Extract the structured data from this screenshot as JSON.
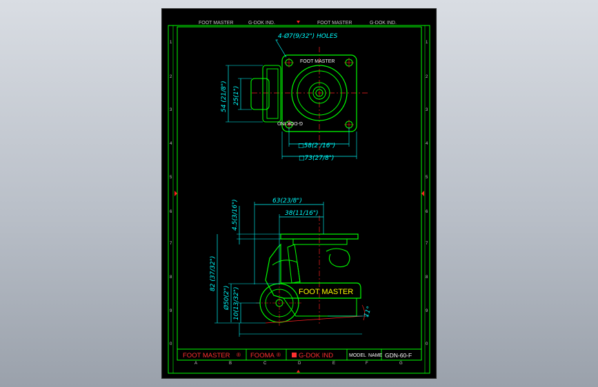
{
  "header": {
    "left_brand": "FOOT MASTER",
    "left_company": "G-DOK IND.",
    "right_brand": "FOOT MASTER",
    "right_company": "G-DOK IND."
  },
  "row_labels": [
    "1",
    "2",
    "3",
    "4",
    "5",
    "6",
    "7",
    "8",
    "9",
    "0"
  ],
  "col_labels": [
    "A",
    "B",
    "C",
    "D",
    "E",
    "F",
    "G"
  ],
  "top_view": {
    "holes_note": "4-Ø7(9/32\") HOLES",
    "plate_brand": "FOOT MASTER",
    "plate_company": "G-DOK IND",
    "dim_58": "□58(2 /16\")",
    "dim_73": "□73(27/8\")",
    "dim_54": "54 (21/8\")",
    "dim_25": "25(1\")"
  },
  "side_view": {
    "dim_63": "63(23/8\")",
    "dim_38": "38(11/16\")",
    "dim_4_5": "4.5(3/16\")",
    "dim_82": "82 (37/32\")",
    "dim_50": "Ø50(2\")",
    "dim_10": "10(13/32\")",
    "angle": "11°",
    "body_label": "FOOT MASTER"
  },
  "title_block": {
    "brand": "FOOT MASTER",
    "brand2": "FOOMA",
    "company": "G-DOK IND",
    "model_label": "MODEL",
    "name_label": "NAME",
    "model_value": "GDN-60-F"
  },
  "colors": {
    "frame": "#00ff00",
    "geometry": "#00ff00",
    "dimension": "#00ffff",
    "centerline": "#ff2020",
    "title_text": "#ff3030",
    "label_text": "#ffff00",
    "border_text": "#cccccc"
  }
}
